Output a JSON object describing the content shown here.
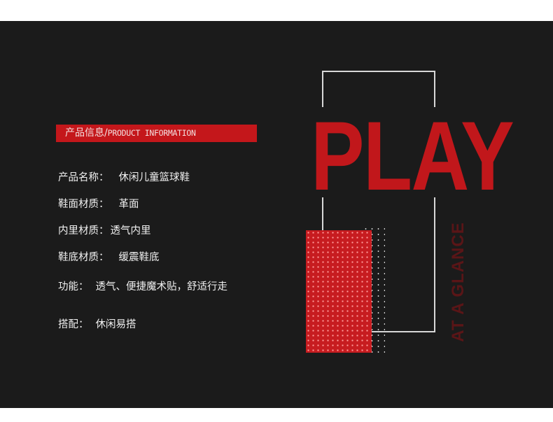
{
  "header": {
    "title_cn": "产品信息/",
    "title_en": "PRODUCT INFORMATION"
  },
  "info": [
    {
      "label": "产品名称：",
      "value": "休闲儿童篮球鞋"
    },
    {
      "label": "鞋面材质：",
      "value": "革面"
    },
    {
      "label": "内里材质：",
      "value": "透气内里"
    },
    {
      "label": "鞋底材质：",
      "value": "缓震鞋底"
    },
    {
      "label": "功能：",
      "value": "透气、便捷魔术贴，舒适行走"
    },
    {
      "label": "搭配：",
      "value": "休闲易搭"
    }
  ],
  "graphic": {
    "headline": "PLAY",
    "vertical_text": "AT A GLANCE"
  },
  "colors": {
    "accent": "#c4171b",
    "background": "#1b1b1b"
  }
}
